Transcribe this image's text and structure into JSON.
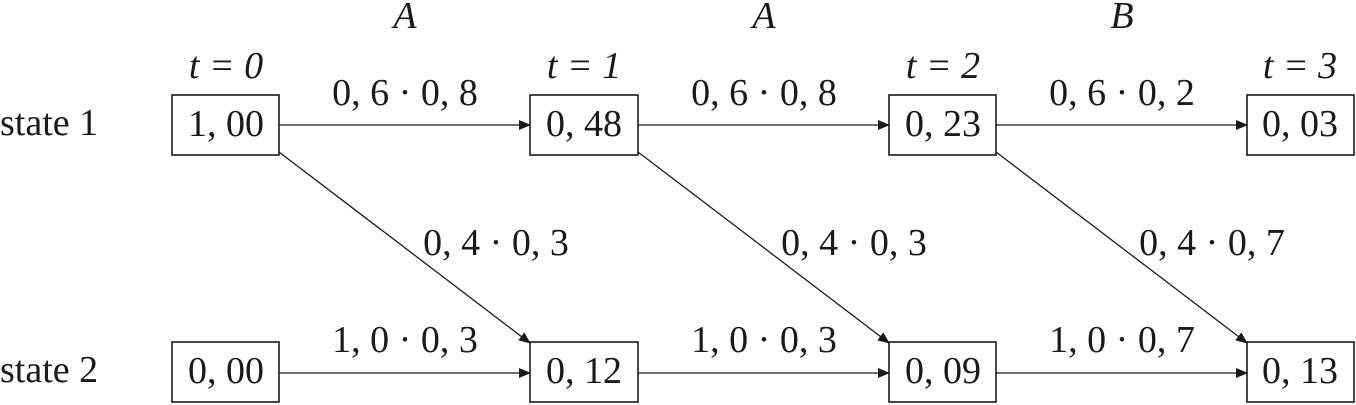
{
  "row_labels": [
    "state 1",
    "state 2"
  ],
  "time_labels": [
    "t = 0",
    "t = 1",
    "t = 2",
    "t = 3"
  ],
  "observations": [
    "A",
    "A",
    "B"
  ],
  "nodes": {
    "state1": [
      "1, 00",
      "0, 48",
      "0, 23",
      "0, 03"
    ],
    "state2": [
      "0, 00",
      "0, 12",
      "0, 09",
      "0, 13"
    ]
  },
  "edges": {
    "stay_state1": [
      "0, 6 · 0, 8",
      "0, 6 · 0, 8",
      "0, 6 · 0, 2"
    ],
    "to_state2": [
      "0, 4 · 0, 3",
      "0, 4 · 0, 3",
      "0, 4 · 0, 7"
    ],
    "stay_state2": [
      "1, 0 · 0, 3",
      "1, 0 · 0, 3",
      "1, 0 · 0, 7"
    ]
  }
}
